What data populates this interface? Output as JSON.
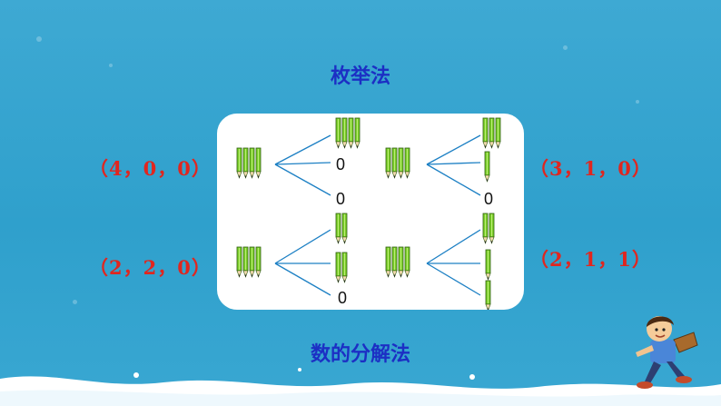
{
  "title_top": "枚举法",
  "title_bottom": "数的分解法",
  "tuples": {
    "t1": "（4，0，0）",
    "t2": "（3，1，0）",
    "t3": "（2，2，0）",
    "t4": "（2，1，1）"
  },
  "zeros": {
    "z": "0"
  },
  "colors": {
    "background": "#35a5d0",
    "title": "#1c2fc4",
    "tuple": "#e0261f",
    "pencil": "#7ccf2a"
  },
  "icons": [
    "pencil-bundle-icon",
    "boy-running-illustration"
  ]
}
